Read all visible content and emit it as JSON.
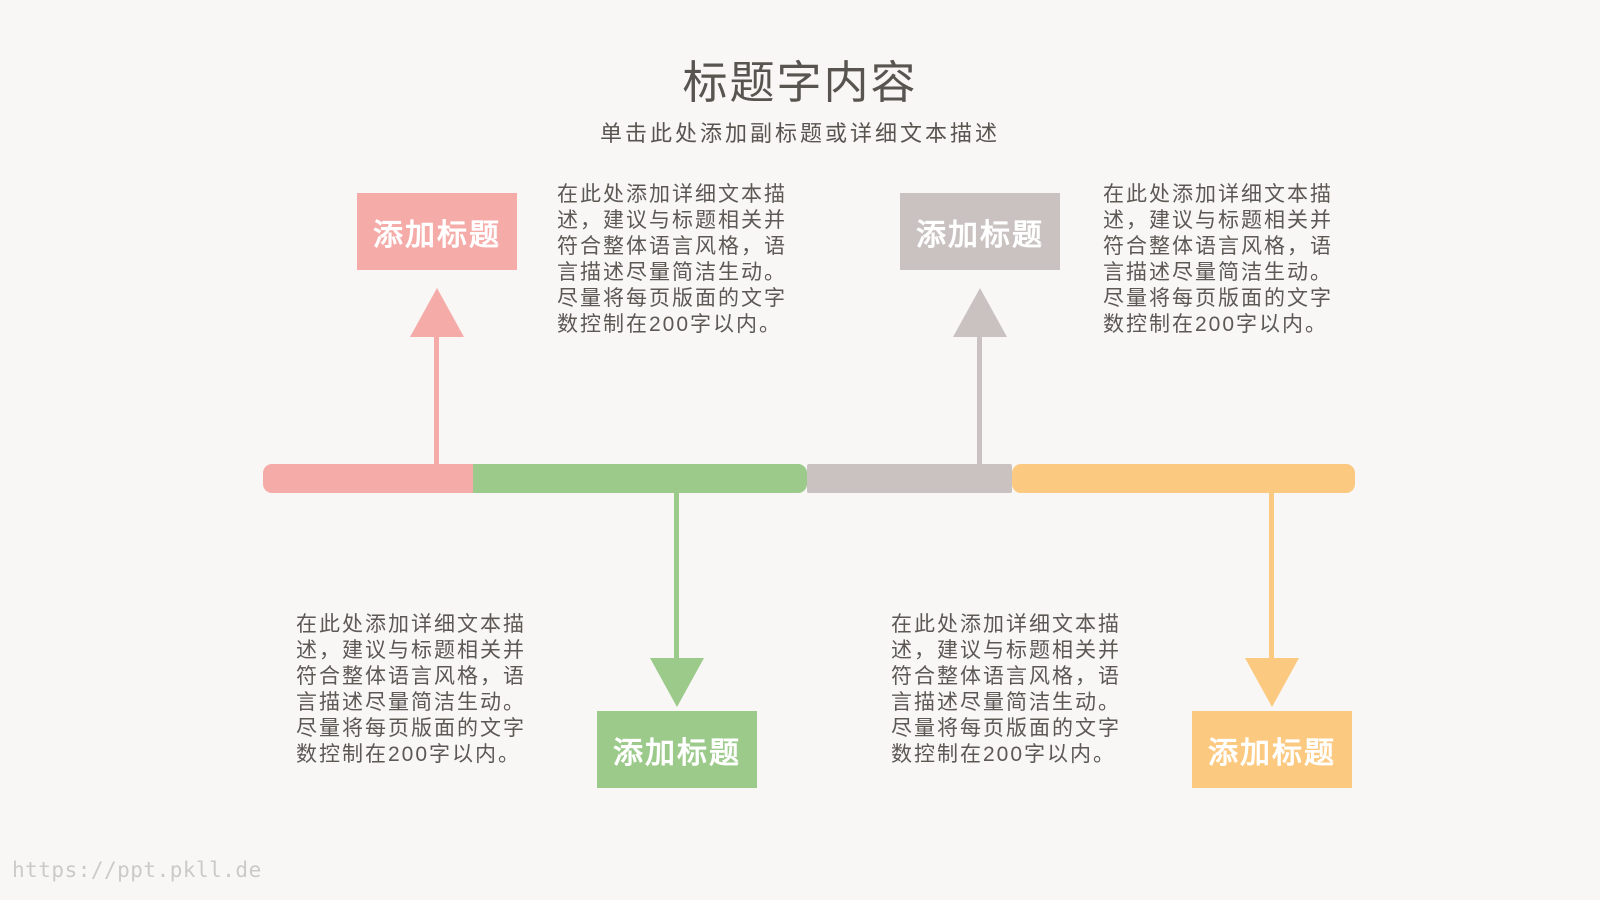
{
  "page": {
    "title": "标题字内容",
    "subtitle": "单击此处添加副标题或详细文本描述",
    "watermark": "https://ppt.pkll.de",
    "background_color": "#f8f7f5",
    "title_color": "#585450",
    "body_text_color": "#5c5955"
  },
  "items": [
    {
      "label": "添加标题",
      "color": "#f5aba8",
      "side": "top",
      "description": "在此处添加详细文本描\n述，建议与标题相关并\n符合整体语言风格，语\n言描述尽量简洁生动。\n尽量将每页版面的文字\n数控制在200字以内。"
    },
    {
      "label": "添加标题",
      "color": "#9cca8b",
      "side": "bottom",
      "description": "在此处添加详细文本描\n述，建议与标题相关并\n符合整体语言风格，语\n言描述尽量简洁生动。\n尽量将每页版面的文字\n数控制在200字以内。"
    },
    {
      "label": "添加标题",
      "color": "#c9c2c1",
      "side": "top",
      "description": "在此处添加详细文本描\n述，建议与标题相关并\n符合整体语言风格，语\n言描述尽量简洁生动。\n尽量将每页版面的文字\n数控制在200字以内。"
    },
    {
      "label": "添加标题",
      "color": "#fbc980",
      "side": "bottom",
      "description": "在此处添加详细文本描\n述，建议与标题相关并\n符合整体语言风格，语\n言描述尽量简洁生动。\n尽量将每页版面的文字\n数控制在200字以内。"
    }
  ]
}
